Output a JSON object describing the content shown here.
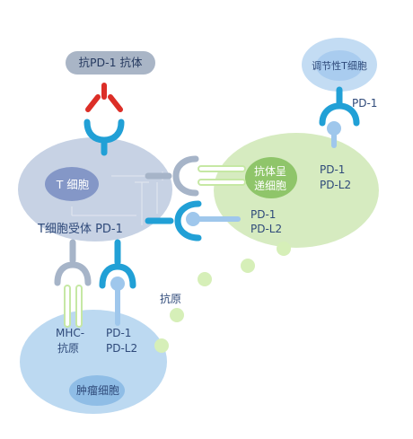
{
  "antibody_label": "抗PD-1 抗体",
  "t_cell": {
    "label": "T 细胞",
    "receptor_labels": "T细胞受体 PD-1"
  },
  "treg_cell": {
    "label": "调节性T细胞",
    "pd1_label": "PD-1"
  },
  "apc": {
    "label_line1": "抗体呈",
    "label_line2": "递细胞",
    "pd1": "PD-1",
    "pdl2": "PD-L2",
    "inner_pd1": "PD-1",
    "inner_pdl2": "PD-L2"
  },
  "antigen_label": "抗原",
  "tumor_cell": {
    "label": "肿瘤细胞",
    "mhc_line1": "MHC-",
    "mhc_line2": "抗原",
    "pd1": "PD-1",
    "pdl2": "PD-L2"
  },
  "colors": {
    "t_cell": "#c7d2e4",
    "t_cell_nucleus": "#8497c7",
    "treg_cell": "#c3dcf3",
    "apc": "#d6ebc0",
    "apc_nucleus": "#8fc56a",
    "tumor_cell": "#bcd9f1",
    "antibody": "#dc2e27",
    "receptor": "#21a0d6",
    "gray_receptor": "#a6b4c8",
    "antigen": "#d6efb8"
  }
}
